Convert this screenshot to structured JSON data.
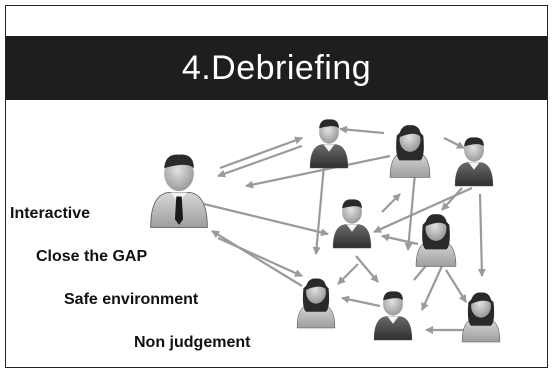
{
  "title": "4.Debriefing",
  "points": [
    "Interactive",
    "Close the GAP",
    "Safe environment",
    "Non judgement"
  ],
  "colors": {
    "title_bar": "#1e1e1e",
    "arrow": "#9a9a9a",
    "person_light": "#bdbdbd",
    "person_dark": "#4a4a4a",
    "hair": "#2a2a2a"
  }
}
